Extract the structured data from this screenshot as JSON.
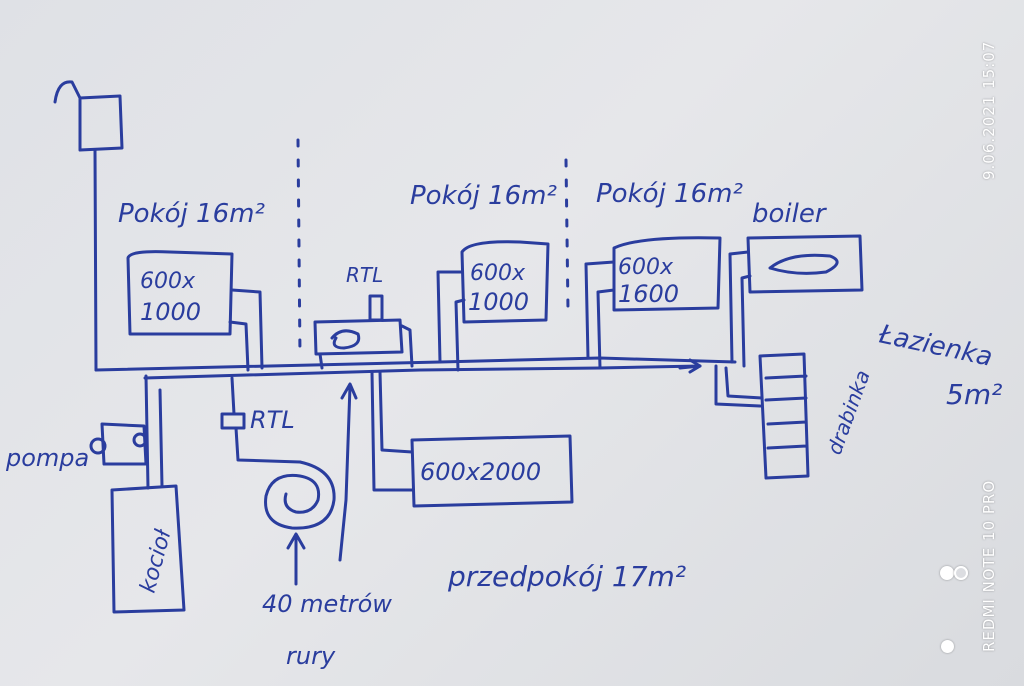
{
  "ink_color": "#2a3d9e",
  "labels": {
    "room1": "Pokój 16m²",
    "room2": "Pokój 16m²",
    "room3": "Pokój 16m²",
    "radiator1_top": "600x",
    "radiator1_bottom": "1000",
    "radiator2_top": "600x",
    "radiator2_bottom": "1000",
    "radiator3_top": "600x",
    "radiator3_bottom": "1600",
    "radiator_hall": "600x2000",
    "boiler": "boiler",
    "rtl_top": "RTL",
    "rtl_left": "RTL",
    "pump": "pompa",
    "furnace": "kocioł",
    "bathroom": "Łazienka",
    "bathroom_area": "5m²",
    "bathroom_rack": "drabinka",
    "hallway": "przedpokój 17m²",
    "pipe_note_line1": "40 metrów",
    "pipe_note_line2": "rury"
  },
  "watermark": {
    "datetime": "9.06.2021 15:07",
    "device": "REDMI NOTE 10 PRO"
  }
}
